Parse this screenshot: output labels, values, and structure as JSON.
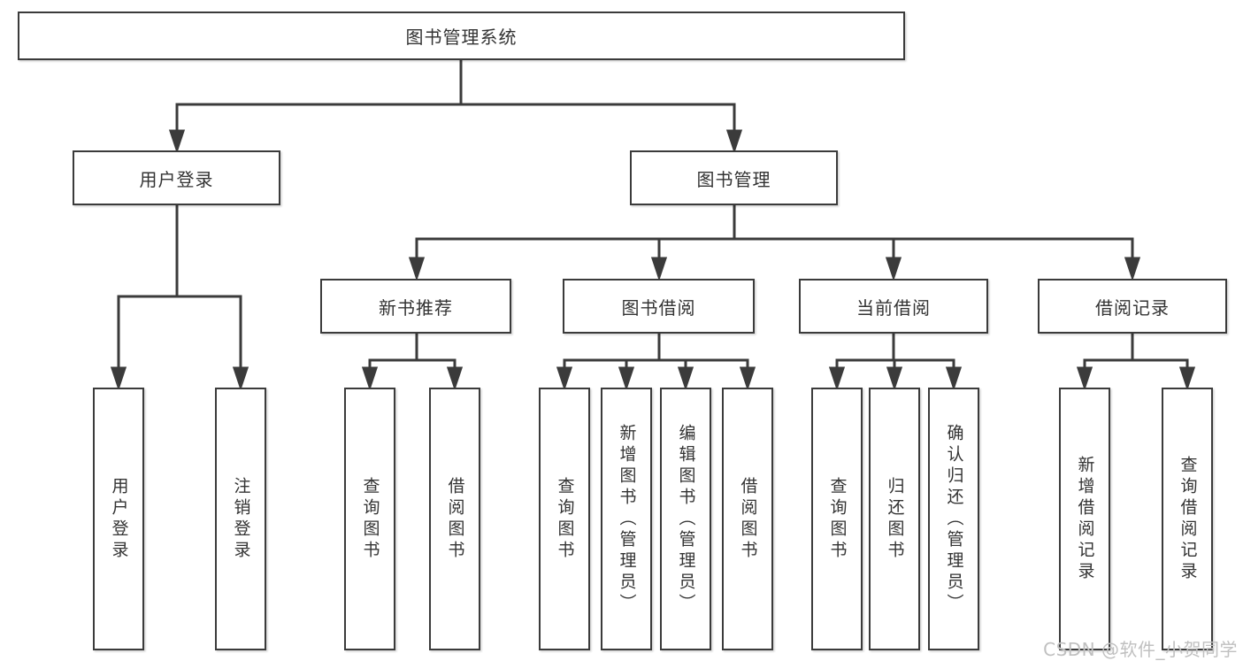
{
  "tree": {
    "label": "图书管理系统",
    "children": [
      {
        "label": "用户登录",
        "children": [
          {
            "label": "用户登录"
          },
          {
            "label": "注销登录"
          }
        ]
      },
      {
        "label": "图书管理",
        "children": [
          {
            "label": "新书推荐",
            "children": [
              {
                "label": "查询图书"
              },
              {
                "label": "借阅图书"
              }
            ]
          },
          {
            "label": "图书借阅",
            "children": [
              {
                "label": "查询图书"
              },
              {
                "label": "新增图书（管理员）"
              },
              {
                "label": "编辑图书（管理员）"
              },
              {
                "label": "借阅图书"
              }
            ]
          },
          {
            "label": "当前借阅",
            "children": [
              {
                "label": "查询图书"
              },
              {
                "label": "归还图书"
              },
              {
                "label": "确认归还（管理员）"
              }
            ]
          },
          {
            "label": "借阅记录",
            "children": [
              {
                "label": "新增借阅记录"
              },
              {
                "label": "查询借阅记录"
              }
            ]
          }
        ]
      }
    ]
  },
  "watermark": {
    "text": "CSDN @软件_小贺同学"
  },
  "colors": {
    "line": "#3b3b3b",
    "text": "#333333",
    "background": "#ffffff",
    "watermark": "#c0c0c0"
  }
}
